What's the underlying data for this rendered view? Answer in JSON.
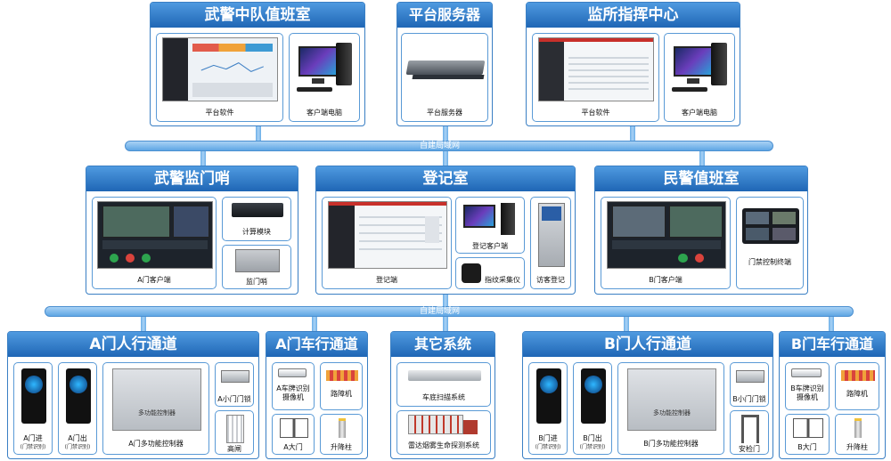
{
  "top": {
    "armed": {
      "title": "武警中队值班室",
      "software": "平台软件",
      "client_pc": "客户端电脑"
    },
    "server": {
      "title": "平台服务器",
      "label": "平台服务器"
    },
    "command": {
      "title": "监所指挥中心",
      "software": "平台软件",
      "client_pc": "客户端电脑"
    }
  },
  "bus1": {
    "label": "自建局域网"
  },
  "middle": {
    "guard": {
      "title": "武警监门哨",
      "client": "A门客户端",
      "compute": "计算模块",
      "sentry": "监门哨"
    },
    "register": {
      "title": "登记室",
      "register_label": "登记端",
      "client": "登记客户端",
      "fingerprint": "指纹采集仪",
      "visitor": "访客登记"
    },
    "police": {
      "title": "民警值班室",
      "client": "B门客户端",
      "access_terminal": "门禁控制终端"
    }
  },
  "bus2": {
    "label": "自建局域网"
  },
  "bottom": {
    "a_person": {
      "title": "A门人行通道",
      "in": "A门进",
      "in_sub": "(门禁识别)",
      "out": "A门出",
      "out_sub": "(门禁识别)",
      "controller": "A门多功能控制器",
      "controller_text": "多功能控制器",
      "small_door": "A小门门锁",
      "turnstile": "高闸"
    },
    "a_vehicle": {
      "title": "A门车行通道",
      "plate_cam": "A车牌识别摄像机",
      "barrier": "路障机",
      "gate": "A大门",
      "bollard": "升降柱"
    },
    "other": {
      "title": "其它系统",
      "chassis": "车底扫描系统",
      "radar": "雷达烟雾生命探测系统"
    },
    "b_person": {
      "title": "B门人行通道",
      "in": "B门进",
      "in_sub": "(门禁识别)",
      "out": "B门出",
      "out_sub": "(门禁识别)",
      "controller": "B门多功能控制器",
      "controller_text": "多功能控制器",
      "small_door": "B小门门锁",
      "security": "安检门"
    },
    "b_vehicle": {
      "title": "B门车行通道",
      "plate_cam": "B车牌识别摄像机",
      "barrier": "路障机",
      "gate": "B大门",
      "bollard": "升降柱"
    }
  }
}
